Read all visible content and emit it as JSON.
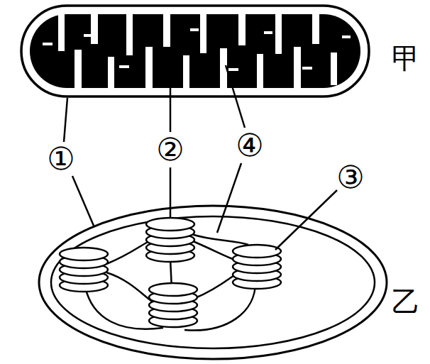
{
  "diagram": {
    "labels": [
      "甲",
      "①",
      "②",
      "④",
      "③",
      "乙"
    ]
  }
}
